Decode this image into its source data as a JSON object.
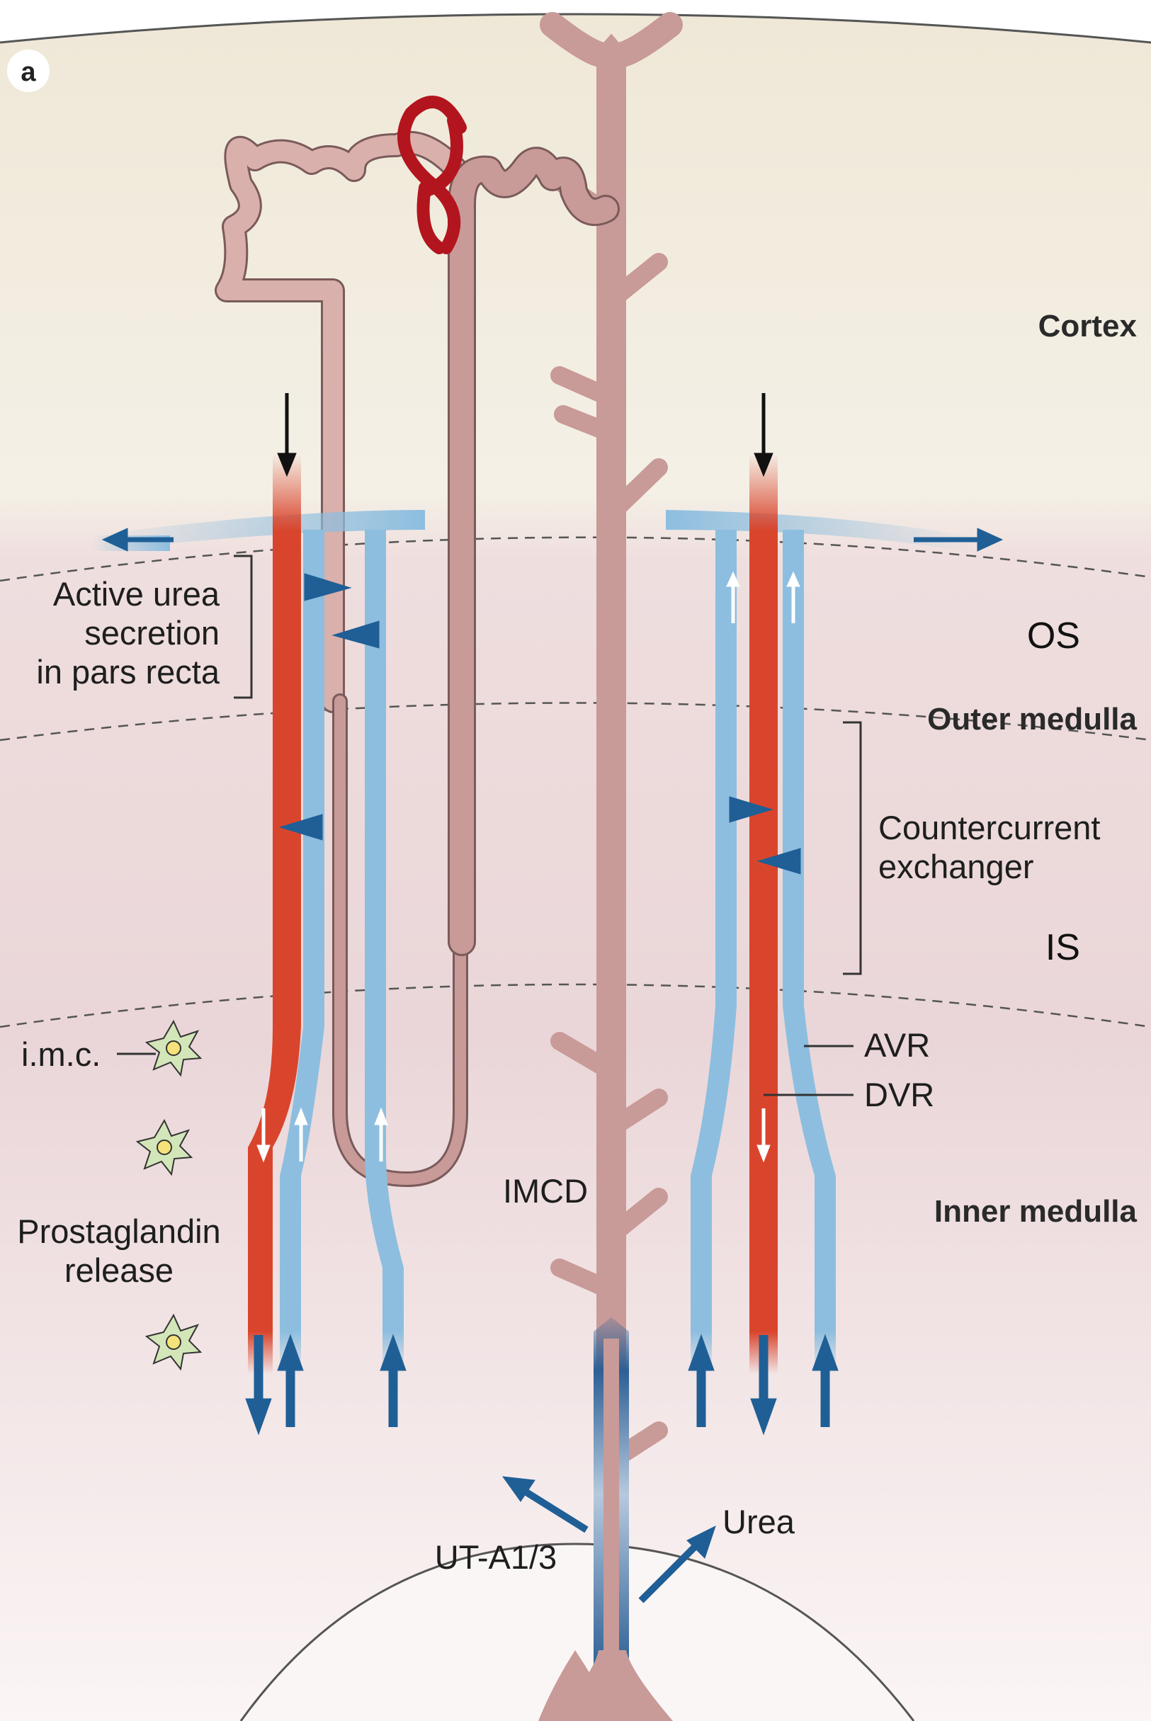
{
  "panel_label": "a",
  "zones": {
    "cortex": "Cortex",
    "os": "OS",
    "outer_medulla": "Outer medulla",
    "is": "IS",
    "inner_medulla": "Inner medulla"
  },
  "annotations": {
    "active_urea_1": "Active urea",
    "active_urea_2": "secretion",
    "active_urea_3": "in pars recta",
    "countercurrent_1": "Countercurrent",
    "countercurrent_2": "exchanger",
    "imc": "i.m.c.",
    "prostaglandin_1": "Prostaglandin",
    "prostaglandin_2": "release",
    "avr": "AVR",
    "dvr": "DVR",
    "imcd": "IMCD",
    "urea": "Urea",
    "ut_a": "UT-A1/3"
  },
  "colors": {
    "cortex_bg": "#f1ece0",
    "medulla_bg": "#ecdcdc",
    "tubule": "#c89a98",
    "tubule_light": "#d9b0ab",
    "artery": "#d9452c",
    "vein": "#8dbedf",
    "arrow_dark": "#1f5f96",
    "glomerulus": "#b3151e",
    "cell": "#d3e6b9"
  }
}
